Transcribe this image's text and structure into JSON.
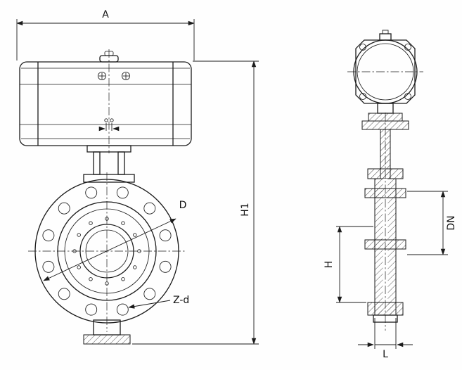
{
  "diagram": {
    "labels": {
      "a": "A",
      "h1": "H1",
      "d": "D",
      "z_d": "Z-d",
      "dn": "DN",
      "h": "H",
      "l": "L"
    }
  }
}
